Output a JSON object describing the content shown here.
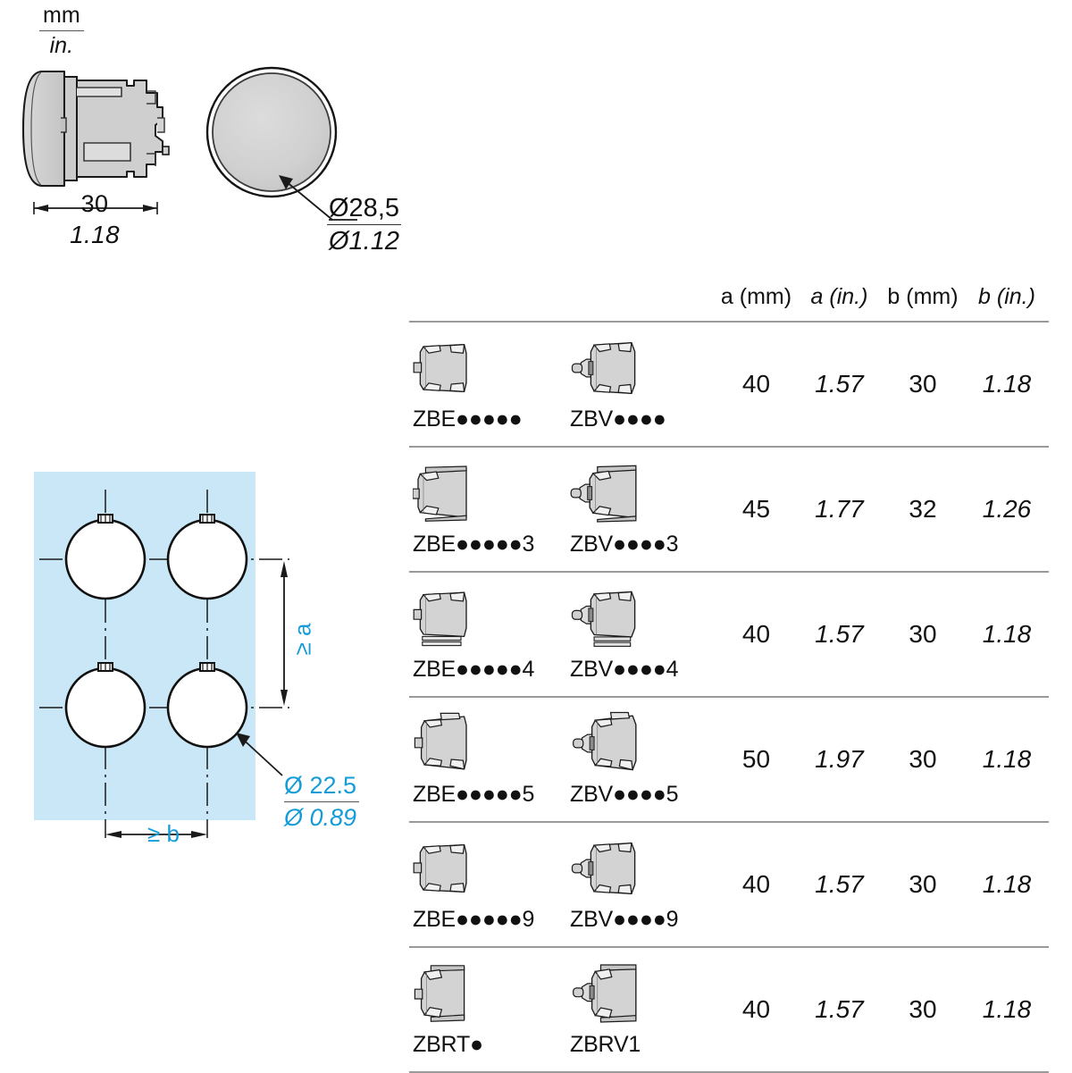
{
  "units_legend": {
    "top": "mm",
    "bottom": "in."
  },
  "drawings": {
    "side_view": {
      "name": "push-button-side-view",
      "dimension_mm": "30",
      "dimension_in": "1.18"
    },
    "front_view": {
      "name": "push-button-front-view",
      "callout_mm": "Ø28,5",
      "callout_in": "Ø1.12"
    },
    "mounting_panel": {
      "name": "panel-cutout-layout",
      "hole_count": 4,
      "vertical_spacing_label": "≥ a",
      "horizontal_spacing_label": "≥ b",
      "hole_dia_mm": "Ø 22.5",
      "hole_dia_in": "Ø 0.89",
      "panel_color": "#c9e7f7",
      "accent_color": "#159BD7"
    }
  },
  "table": {
    "headers": [
      {
        "label": "",
        "italic": false
      },
      {
        "label": "",
        "italic": false
      },
      {
        "label": "a (mm)",
        "italic": false
      },
      {
        "label": "a (in.)",
        "italic": true
      },
      {
        "label": "b (mm)",
        "italic": false
      },
      {
        "label": "b (in.)",
        "italic": true
      }
    ],
    "rows": [
      {
        "ref_left": "ZBE●●●●●",
        "ref_right": "ZBV●●●●",
        "a_mm": "40",
        "a_in": "1.57",
        "b_mm": "30",
        "b_in": "1.18",
        "art_left": "contact-block-zbe",
        "art_right": "contact-block-zbv"
      },
      {
        "ref_left": "ZBE●●●●●3",
        "ref_right": "ZBV●●●●3",
        "a_mm": "45",
        "a_in": "1.77",
        "b_mm": "32",
        "b_in": "1.26",
        "art_left": "contact-block-zbe3",
        "art_right": "contact-block-zbv3"
      },
      {
        "ref_left": "ZBE●●●●●4",
        "ref_right": "ZBV●●●●4",
        "a_mm": "40",
        "a_in": "1.57",
        "b_mm": "30",
        "b_in": "1.18",
        "art_left": "contact-block-zbe4",
        "art_right": "contact-block-zbv4"
      },
      {
        "ref_left": "ZBE●●●●●5",
        "ref_right": "ZBV●●●●5",
        "a_mm": "50",
        "a_in": "1.97",
        "b_mm": "30",
        "b_in": "1.18",
        "art_left": "contact-block-zbe5",
        "art_right": "contact-block-zbv5"
      },
      {
        "ref_left": "ZBE●●●●●9",
        "ref_right": "ZBV●●●●9",
        "a_mm": "40",
        "a_in": "1.57",
        "b_mm": "30",
        "b_in": "1.18",
        "art_left": "contact-block-zbe9",
        "art_right": "contact-block-zbv9"
      },
      {
        "ref_left": "ZBRT●",
        "ref_right": "ZBRV1",
        "a_mm": "40",
        "a_in": "1.57",
        "b_mm": "30",
        "b_in": "1.18",
        "art_left": "contact-block-zbrt",
        "art_right": "contact-block-zbrv1"
      }
    ]
  }
}
